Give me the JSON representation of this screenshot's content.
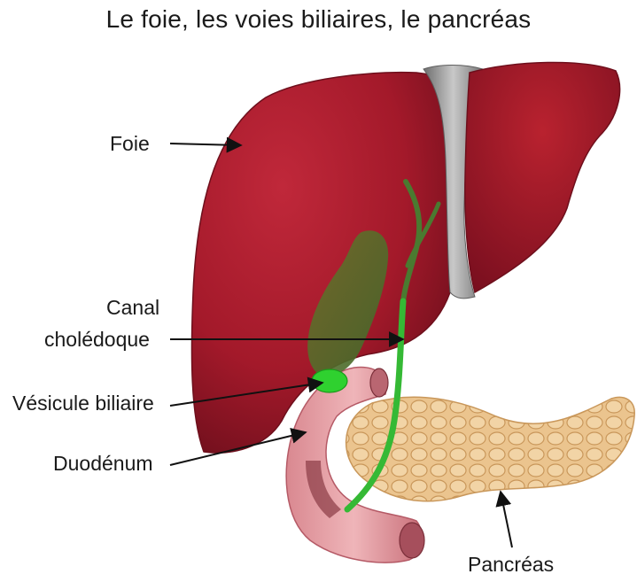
{
  "title": "Le foie, les voies biliaires, le pancréas",
  "labels": {
    "foie": "Foie",
    "canal_line1": "Canal",
    "canal_line2": "cholédoque",
    "vesicule": "Vésicule biliaire",
    "duodenum": "Duodénum",
    "pancreas": "Pancréas"
  },
  "colors": {
    "liver": "#a3192a",
    "liver_dark": "#6e0f1c",
    "ligament": "#8f8f8f",
    "gallbladder": "#4d6b2a",
    "gallbladder_neck": "#2fd12f",
    "bile_duct": "#35b935",
    "duodenum": "#e39a9f",
    "duodenum_dark": "#b55a66",
    "pancreas": "#ebc48e",
    "pancreas_dark": "#c9975a"
  }
}
